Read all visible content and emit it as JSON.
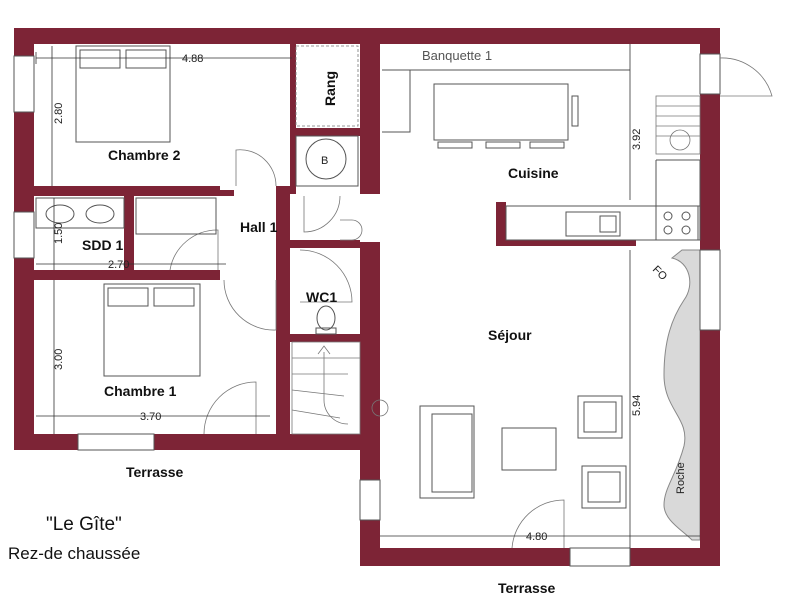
{
  "plan": {
    "title": "\"Le Gîte\"",
    "subtitle": "Rez-de chaussée",
    "colors": {
      "wall": "#7d2436",
      "rock": "#d9d9d9",
      "line": "#555555"
    },
    "rooms": {
      "chambre2": "Chambre 2",
      "chambre1": "Chambre 1",
      "sdd1": "SDD 1",
      "hall1": "Hall 1",
      "wc1": "WC1",
      "cuisine": "Cuisine",
      "sejour": "Séjour",
      "rang": "Rang"
    },
    "labels": {
      "banquette": "Banquette 1",
      "boiler": "B",
      "oven": "FO",
      "roche": "Roche",
      "terrasse_left": "Terrasse",
      "terrasse_bottom": "Terrasse"
    },
    "dimensions": {
      "chambre2_width": "4.88",
      "chambre2_depth": "2.80",
      "sdd1_depth": "1.50",
      "sdd1_width": "2.70",
      "chambre1_depth": "3.00",
      "chambre1_width": "3.70",
      "cuisine_depth": "3.92",
      "sejour_depth": "5.94",
      "sejour_width": "4.80"
    }
  }
}
